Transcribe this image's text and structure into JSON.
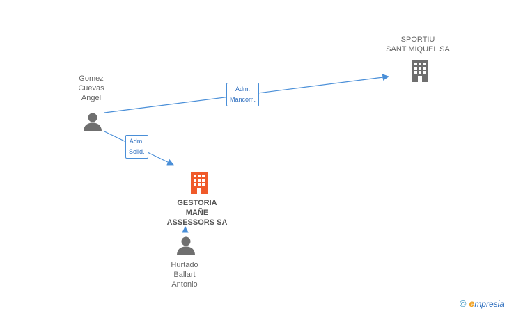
{
  "nodes": {
    "gomez": {
      "lines": [
        "Gomez",
        "Cuevas",
        "Angel"
      ],
      "type": "person"
    },
    "sportiu": {
      "lines": [
        "SPORTIU",
        "SANT MIQUEL SA"
      ],
      "type": "company"
    },
    "gestoria": {
      "lines": [
        "GESTORIA",
        "MAÑE",
        "ASSESSORS SA"
      ],
      "type": "company-main"
    },
    "hurtado": {
      "lines": [
        "Hurtado",
        "Ballart",
        "Antonio"
      ],
      "type": "person"
    }
  },
  "edges": {
    "gomez_sportiu": {
      "lines": [
        "Adm.",
        "Mancom."
      ]
    },
    "gomez_gestoria": {
      "lines": [
        "Adm.",
        "Solid."
      ]
    }
  },
  "colors": {
    "edge": "#4a8fd8",
    "person": "#6f6f6f",
    "company": "#6f6f6f",
    "company_main": "#f05a2a"
  },
  "footer": {
    "copyright": "©",
    "brand_initial": "e",
    "brand_rest": "mpresia"
  }
}
